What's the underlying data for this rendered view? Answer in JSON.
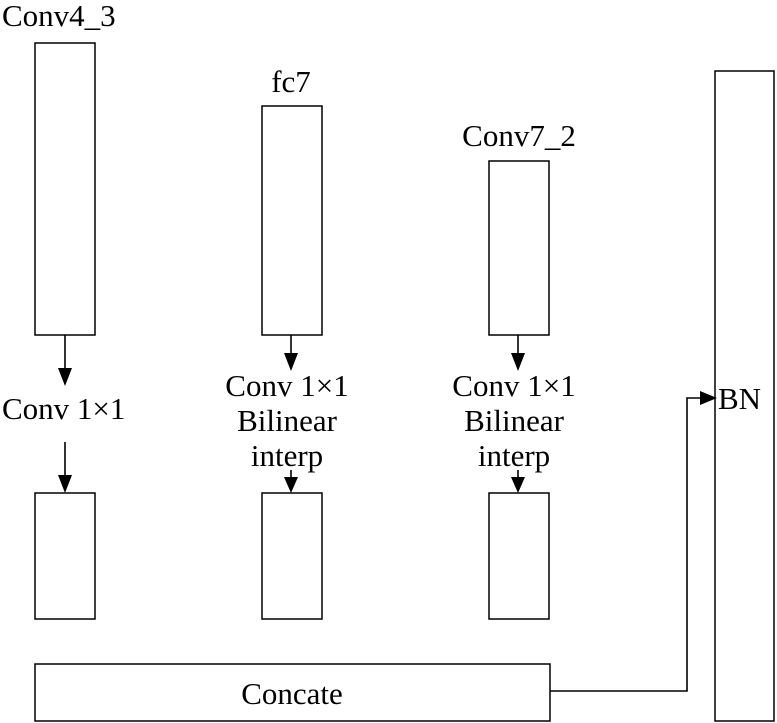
{
  "diagram": {
    "labels": {
      "conv4_3": "Conv4_3",
      "fc7": "fc7",
      "conv7_2": "Conv7_2",
      "conv1x1_a": "Conv 1×1",
      "conv1x1_b": "Conv 1×1",
      "bilinear_b": "Bilinear",
      "interp_b": "interp",
      "conv1x1_c": "Conv 1×1",
      "bilinear_c": "Bilinear",
      "interp_c": "interp",
      "concate": "Concate",
      "bn": "BN"
    },
    "colors": {
      "stroke": "#000000",
      "fill": "#ffffff"
    }
  }
}
